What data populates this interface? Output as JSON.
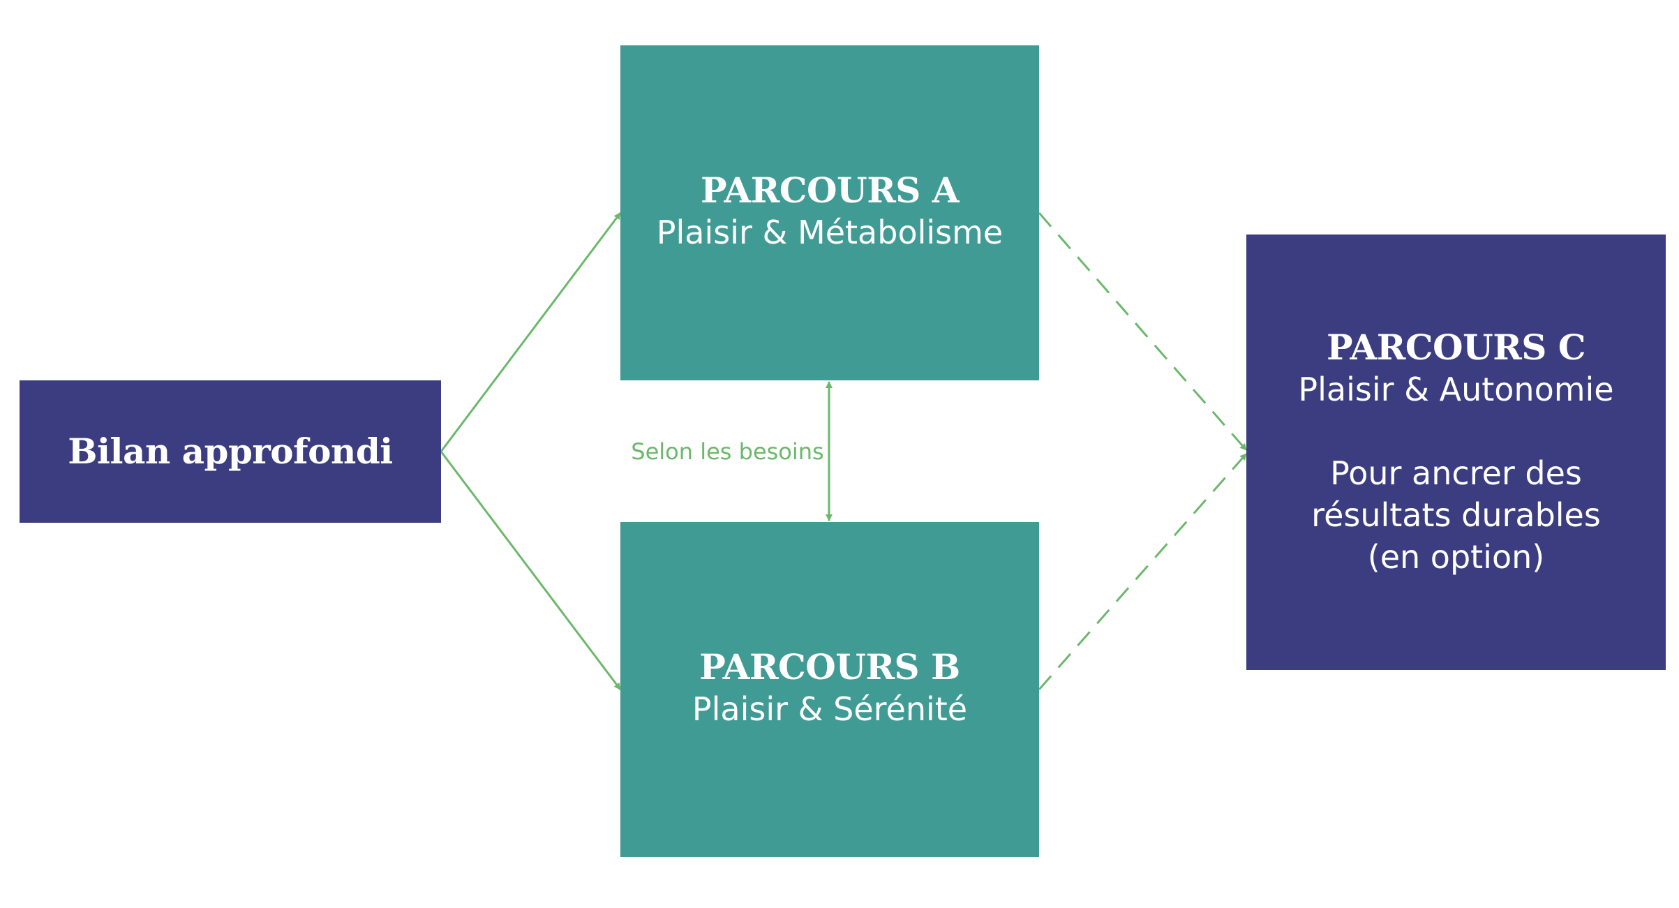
{
  "diagram": {
    "colors": {
      "navy": "#3b3d80",
      "teal": "#419b95",
      "connector": "#6bb86b"
    },
    "nodes": {
      "bilan": {
        "title": "Bilan approfondi"
      },
      "parcours_a": {
        "title": "PARCOURS A",
        "subtitle": "Plaisir & Métabolisme"
      },
      "parcours_b": {
        "title": "PARCOURS B",
        "subtitle": "Plaisir & Sérénité"
      },
      "parcours_c": {
        "title": "PARCOURS C",
        "subtitle": "Plaisir & Autonomie",
        "note": "Pour ancrer des\nrésultats durables\n(en option)"
      }
    },
    "edges": [
      {
        "from": "bilan",
        "to": "parcours_a",
        "style": "solid"
      },
      {
        "from": "bilan",
        "to": "parcours_b",
        "style": "solid"
      },
      {
        "from": "parcours_a",
        "to": "parcours_b",
        "style": "solid",
        "bidirectional": true,
        "label": "Selon les besoins"
      },
      {
        "from": "parcours_a",
        "to": "parcours_c",
        "style": "dashed"
      },
      {
        "from": "parcours_b",
        "to": "parcours_c",
        "style": "dashed"
      }
    ]
  }
}
